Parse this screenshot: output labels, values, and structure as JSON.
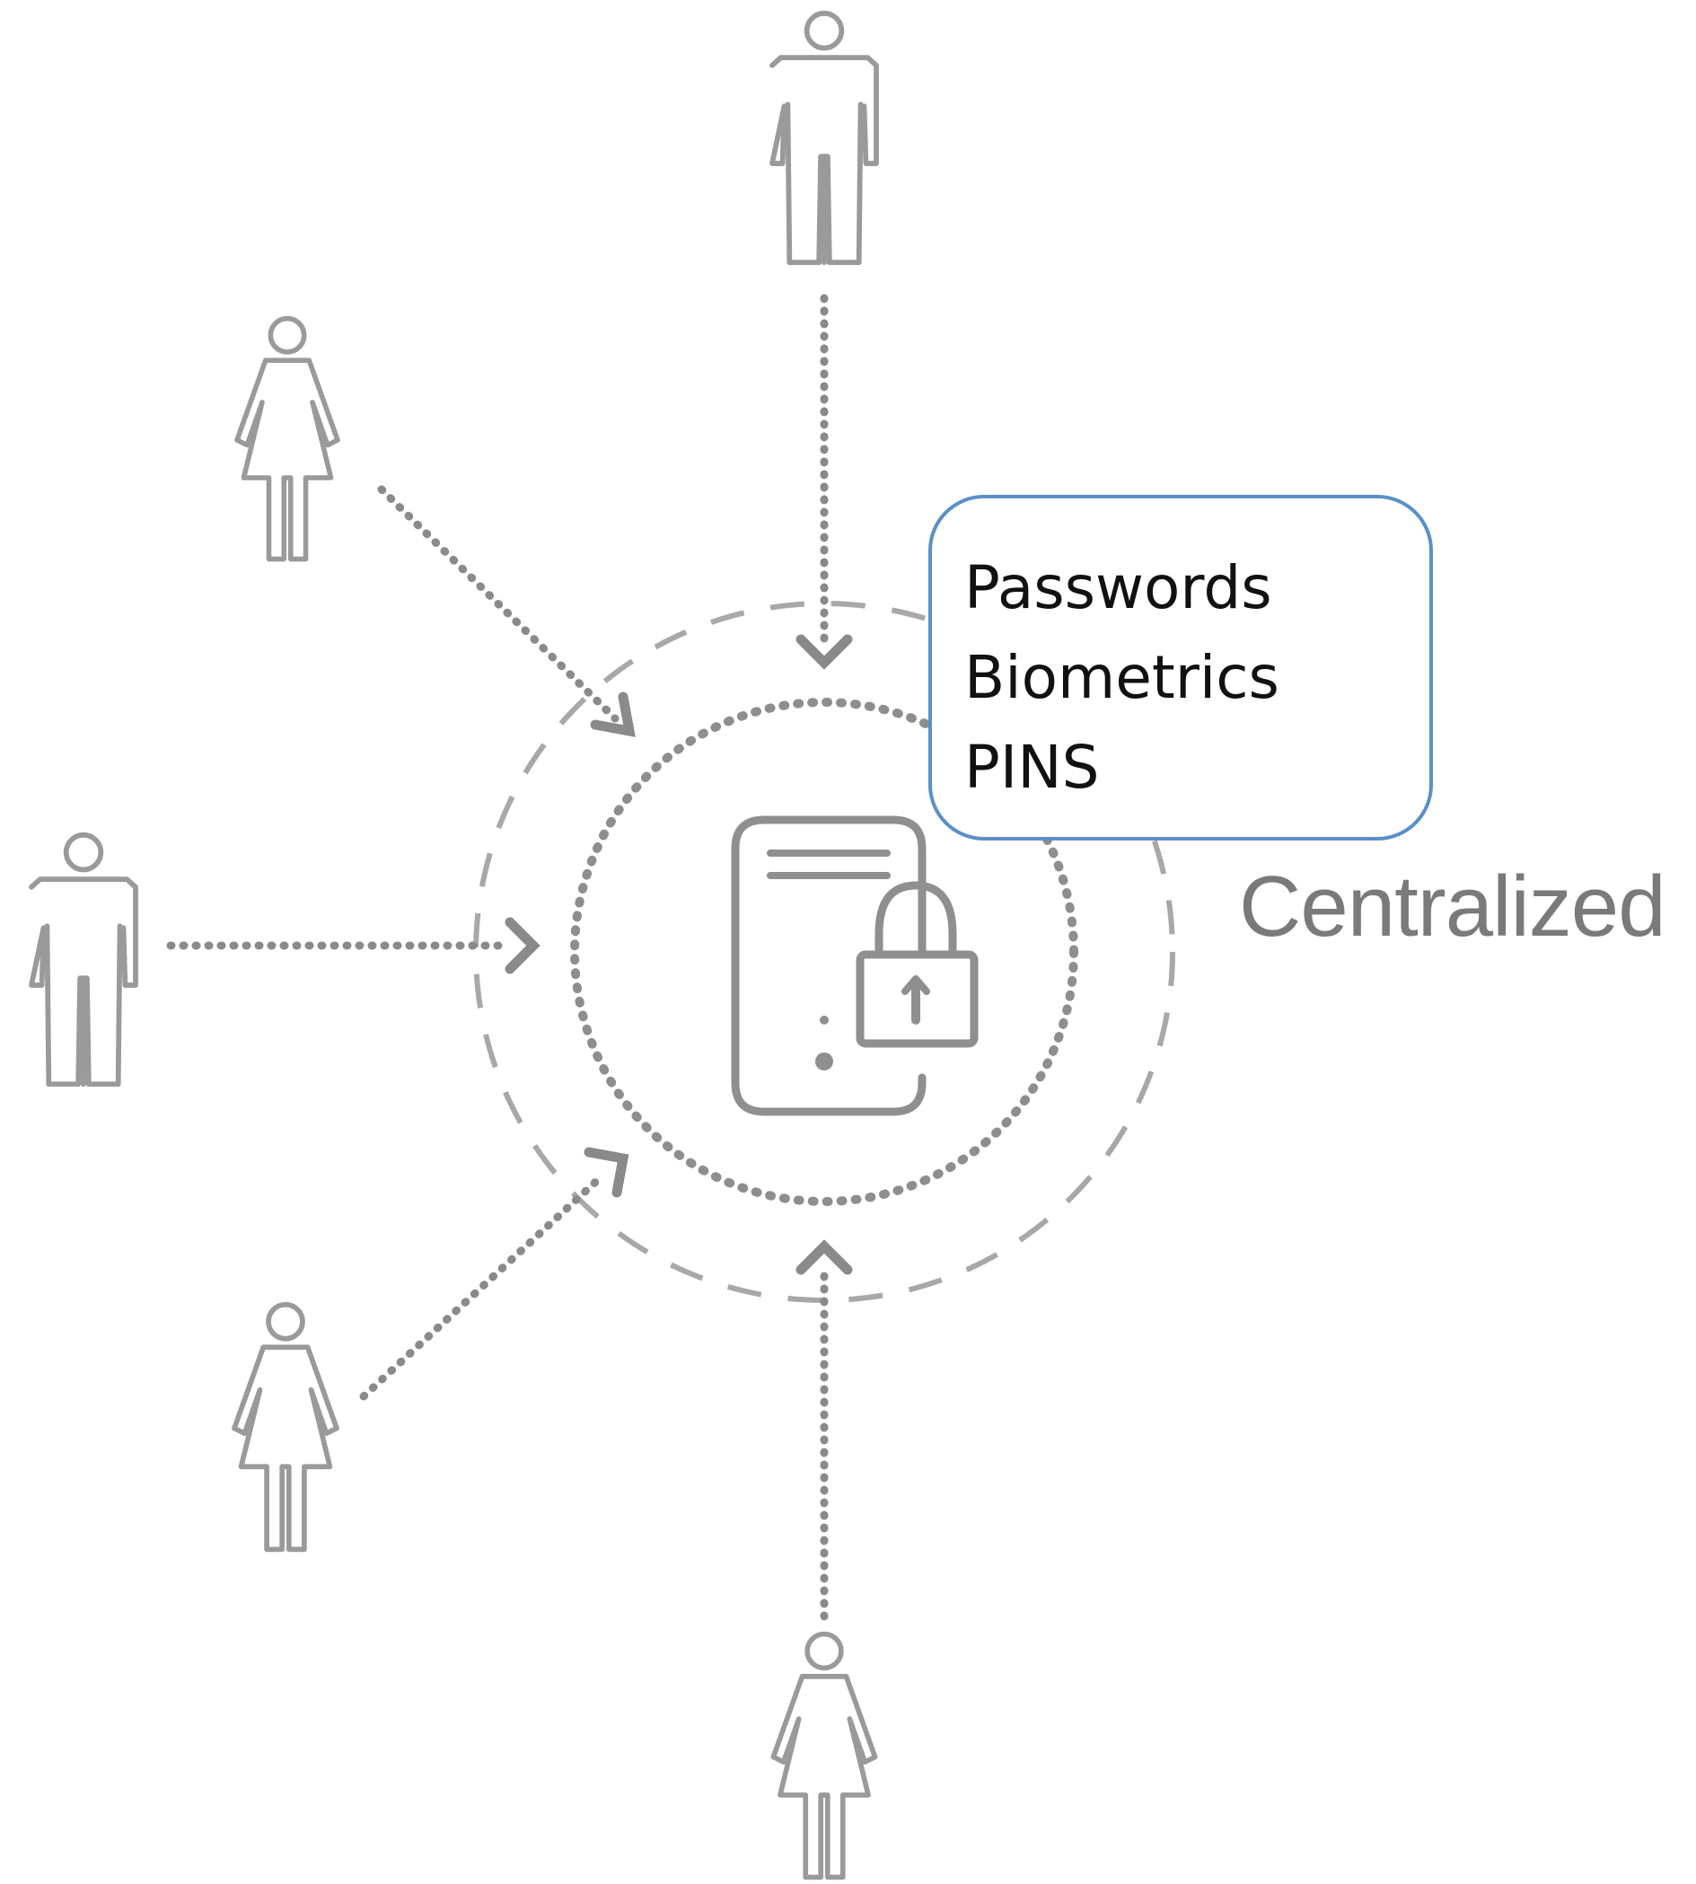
{
  "callout": {
    "items": [
      "Passwords",
      "Biometrics",
      "PINS"
    ]
  },
  "caption": "Centralized",
  "icons": {
    "person": "person-icon",
    "server": "server-icon",
    "lock": "padlock-icon"
  },
  "colors": {
    "icon_gray": "#999999",
    "callout_border": "#5b8fc7",
    "caption_gray": "#7a7a7a"
  }
}
